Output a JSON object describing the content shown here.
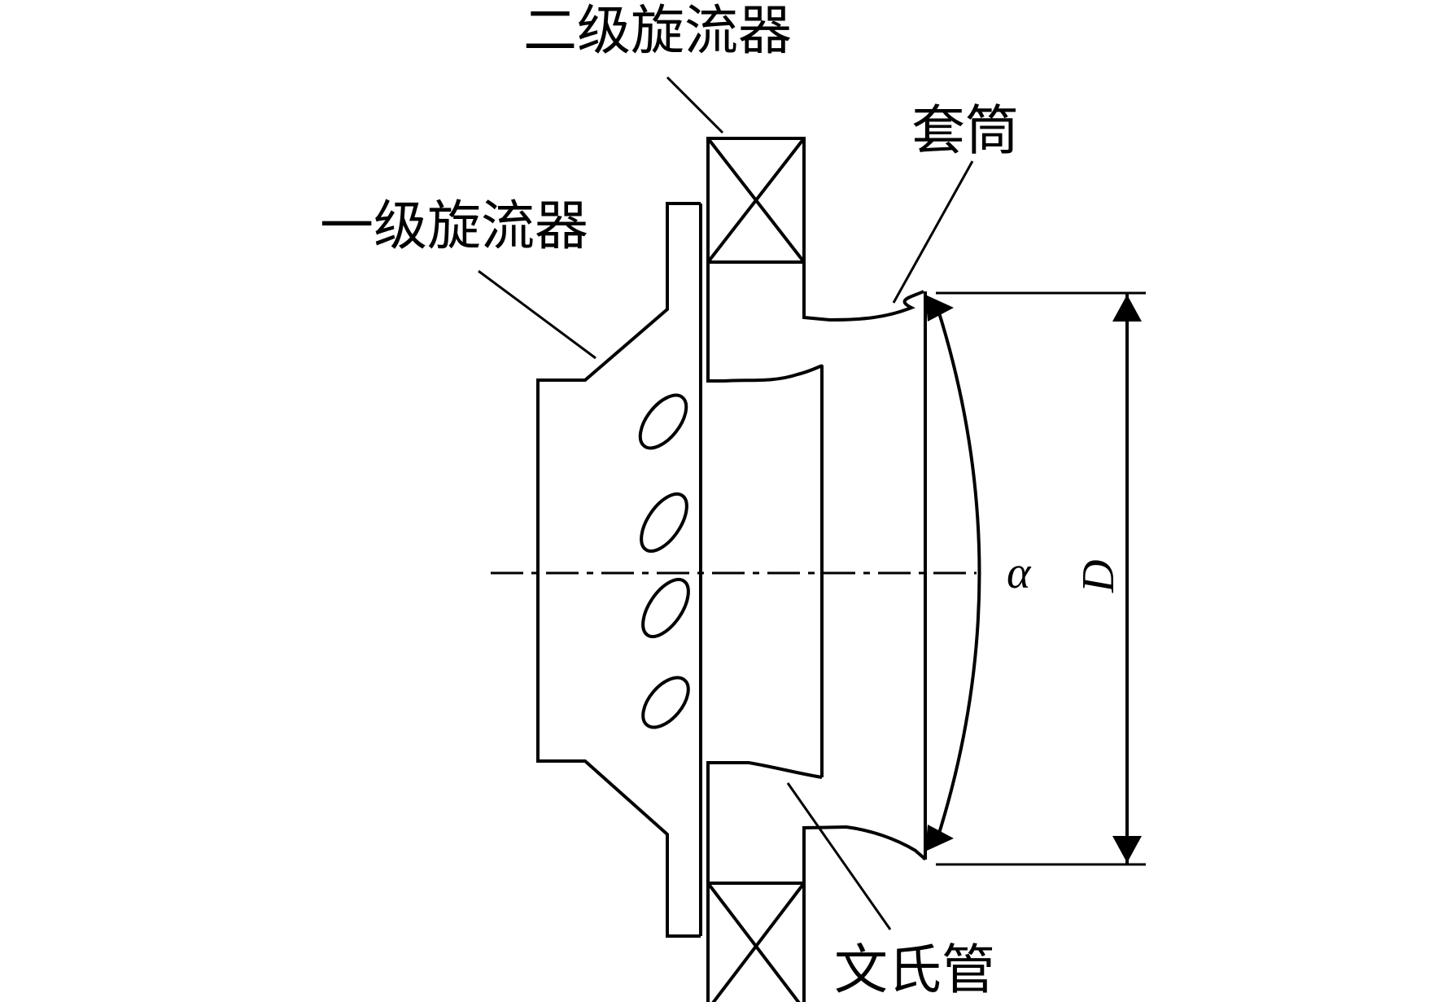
{
  "labels": {
    "secondary_swirler": "二级旋流器",
    "primary_swirler": "一级旋流器",
    "sleeve": "套筒",
    "venturi": "文氏管",
    "angle_symbol": "α",
    "diameter_symbol": "D"
  },
  "colors": {
    "line": "#000000",
    "background": "#ffffff"
  }
}
